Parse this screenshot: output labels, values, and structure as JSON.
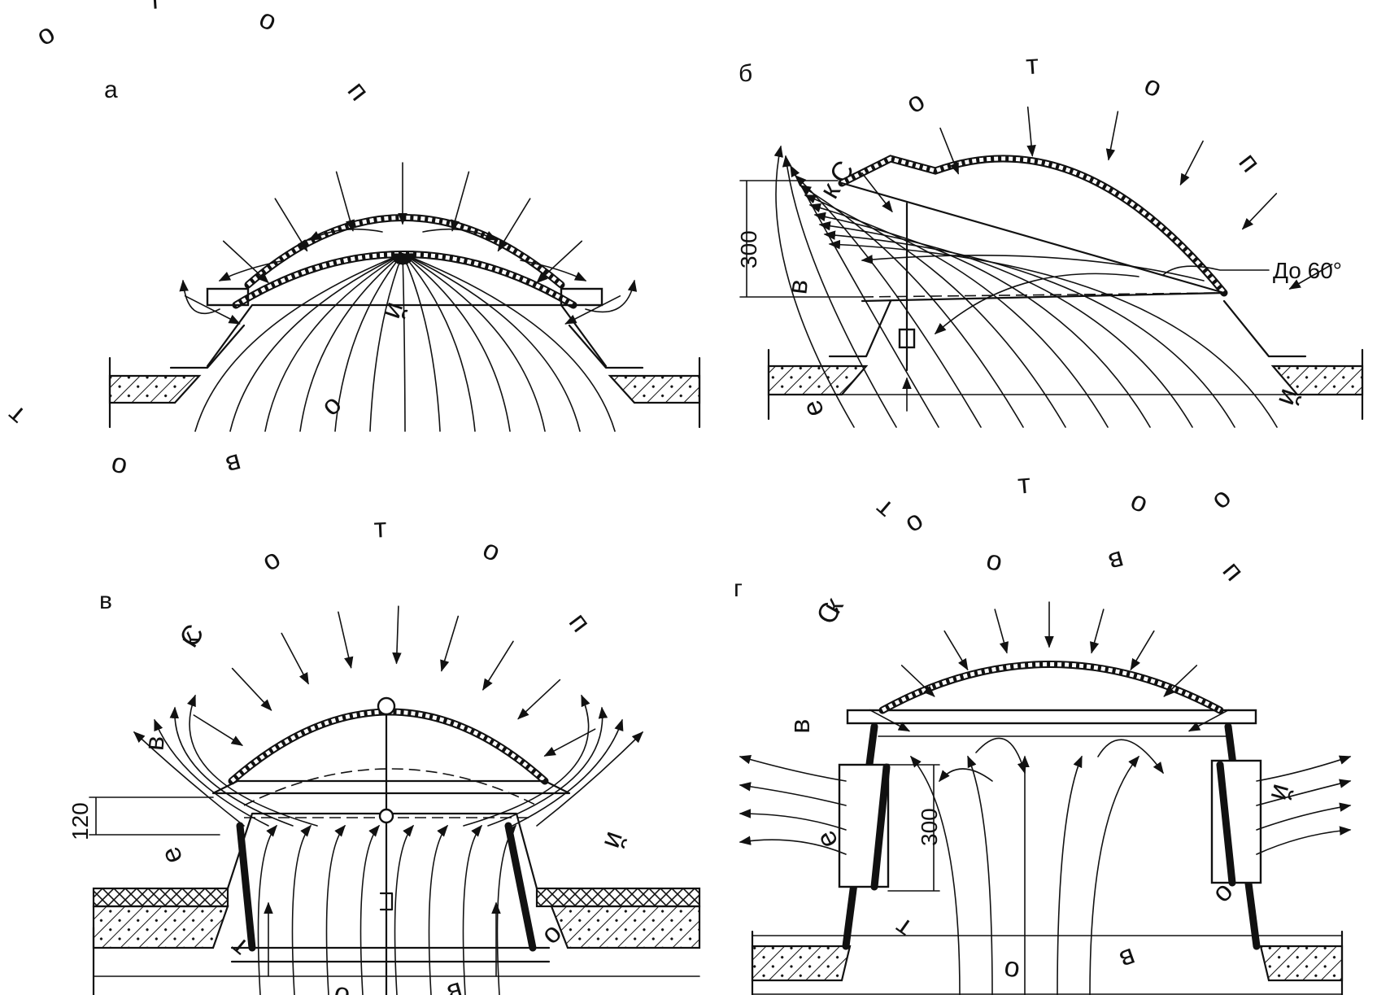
{
  "panels": [
    {
      "id": "a",
      "letter": "а",
      "arc_text": "Световой поток",
      "dims": []
    },
    {
      "id": "b",
      "letter": "б",
      "arc_text": "Световой поток",
      "dims": [
        "300",
        "До 60°"
      ]
    },
    {
      "id": "v",
      "letter": "в",
      "arc_text": "Световой поток",
      "dims": [
        "120"
      ]
    },
    {
      "id": "g",
      "letter": "г",
      "arc_text": "Световой поток",
      "dims": [
        "300"
      ]
    }
  ],
  "colors": {
    "ink": "#111111",
    "paper": "#ffffff"
  },
  "icons": {
    "flow_arrow": "arrowhead"
  }
}
